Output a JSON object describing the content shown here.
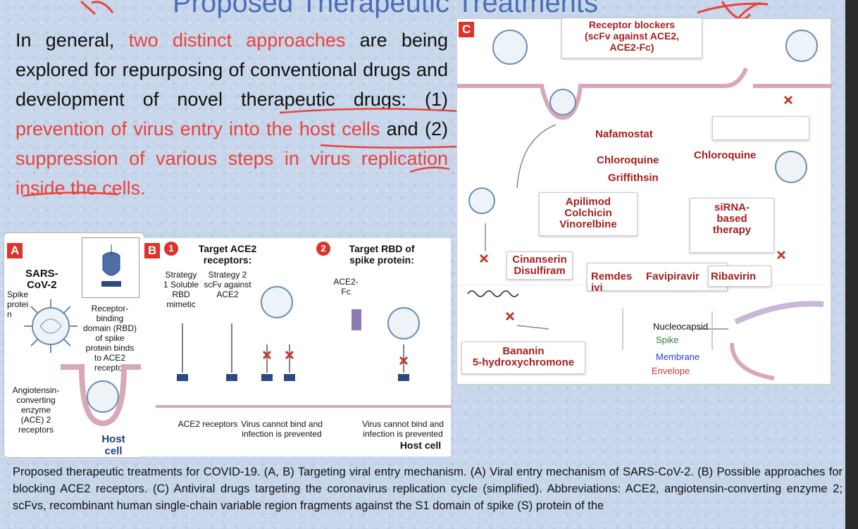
{
  "slide": {
    "title": "Proposed Therapeutic Treatments",
    "intro": {
      "p1": "In general, ",
      "p2": "two distinct approaches",
      "p3": " are being explored for repurposing of conventional drugs and development of novel therapeutic drugs: (1) ",
      "p4": "prevention of virus entry into the host cells",
      "p5": " and (2) ",
      "p6": "suppression of various steps in virus replication inside the cells."
    },
    "caption": "Proposed therapeutic treatments for COVID-19. (A, B) Targeting viral entry mechanism.  (A) Viral entry mechanism of SARS-CoV-2.  (B) Possible approaches for blocking ACE2 receptors.  (C) Antiviral drugs targeting the coronavirus replication cycle (simplified). Abbreviations: ACE2, angiotensin-converting enzyme 2; scFvs, recombinant human single-chain variable region fragments against the S1 domain of spike (S) protein of the"
  },
  "panel_a": {
    "label": "A",
    "sars_1": "SARS-",
    "sars_2": "CoV-2",
    "spike_1": "Spike",
    "spike_2": "protei",
    "spike_3": "n",
    "rbd_1": "Receptor-",
    "rbd_2": "binding",
    "rbd_3": "domain (RBD)",
    "rbd_4": "of spike",
    "rbd_5": "protein binds",
    "rbd_6": "to ACE2",
    "rbd_7": "receptor",
    "ace_1": "Angiotensin-",
    "ace_2": "converting",
    "ace_3": "enzyme",
    "ace_4": "(ACE) 2",
    "ace_5": "receptors",
    "host_1": "Host",
    "host_2": "cell"
  },
  "panel_b": {
    "label": "B",
    "n1": "1",
    "n2": "2",
    "target1_1": "Target ACE2",
    "target1_2": "receptors:",
    "target2_1": "Target RBD of",
    "target2_2": "spike protein:",
    "s1_1": "Strategy",
    "s1_2": "1 Soluble",
    "s1_3": "RBD",
    "s1_4": "mimetic",
    "s2_1": "Strategy 2",
    "s2_2": "scFv against",
    "s2_3": "ACE2",
    "acefc_1": "ACE2-",
    "acefc_2": "Fc",
    "receptors": "ACE2 receptors",
    "nobind1_1": "Virus cannot bind and",
    "nobind1_2": "infection is prevented",
    "nobind2_1": "Virus cannot bind and",
    "nobind2_2": "infection is prevented",
    "host": "Host cell"
  },
  "panel_c": {
    "label": "C",
    "blockers_1": "Receptor blockers",
    "blockers_2": "(scFv against ACE2,",
    "blockers_3": "ACE2-Fc)",
    "nafamostat": "Nafamostat",
    "chloroquine1": "Chloroquine",
    "griffithsin": "Griffithsin",
    "chloroquine2": "Chloroquine",
    "apilimod": "Apilimod",
    "colchicin": "Colchicin",
    "vinorelbine": "Vinorelbine",
    "sirna_1": "siRNA-",
    "sirna_2": "based",
    "sirna_3": "therapy",
    "cinanserin": "Cinanserin",
    "disulfiram": "Disulfiram",
    "remdes_1": "Remdes",
    "remdes_2": "ivi",
    "favipiravir": "Favipiravir",
    "ribavirin": "Ribavirin",
    "bananin": "Bananin",
    "hydroxy": "5-hydroxychromone",
    "nucleocapsid": "Nucleocapsid",
    "spike": "Spike",
    "membrane": "Membrane",
    "envelope": "Envelope"
  },
  "colors": {
    "title": "#4a6fb5",
    "highlight": "#e8433d",
    "drug": "#a61f1f",
    "label_bg": "#d9352b"
  }
}
